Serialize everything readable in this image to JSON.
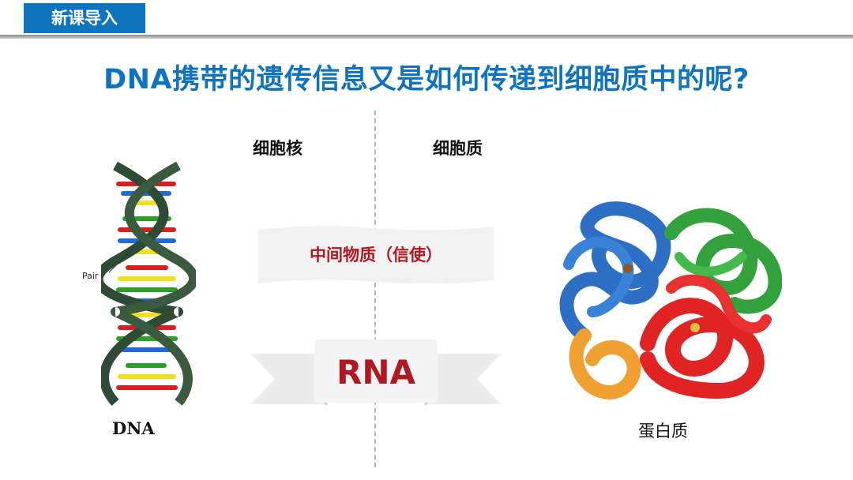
{
  "header": {
    "tag": "新课导入"
  },
  "question": "DNA携带的遗传信息又是如何传递到细胞质中的呢?",
  "regions": {
    "left": "细胞核",
    "right": "细胞质"
  },
  "banners": {
    "middle": "中间物质（信使）",
    "rna": "RNA"
  },
  "dna": {
    "caption": "DNA",
    "pair_label": "Pair"
  },
  "protein": {
    "caption": "蛋白质"
  },
  "colors": {
    "accent": "#0f73c0",
    "highlight": "#b01822"
  }
}
